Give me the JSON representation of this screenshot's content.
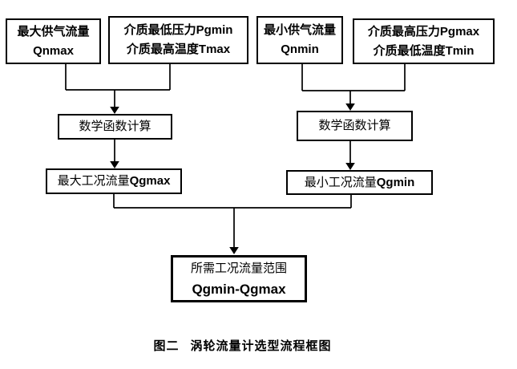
{
  "colors": {
    "line": "#000000",
    "arrow_fill": "#000000",
    "text": "#000000",
    "background": "#ffffff"
  },
  "flowchart": {
    "nodes": {
      "qnmax": {
        "line1": "最大供气流量",
        "line2": "Qnmax"
      },
      "pgmin_tmax": {
        "line1_zh": "介质最低压力",
        "line1_en": "Pgmin",
        "line2_zh": "介质最高温度",
        "line2_en": "Tmax"
      },
      "qnmin": {
        "line1": "最小供气流量",
        "line2": "Qnmin"
      },
      "pgmax_tmin": {
        "line1_zh": "介质最高压力",
        "line1_en": "Pgmax",
        "line2_zh": "介质最低温度",
        "line2_en": "Tmin"
      },
      "math_left": {
        "label": "数学函数计算"
      },
      "math_right": {
        "label": "数学函数计算"
      },
      "qgmax": {
        "label_zh": "最大工况流量",
        "label_en": "Qgmax"
      },
      "qgmin": {
        "label_zh": "最小工况流量",
        "label_en": "Qgmin"
      },
      "range": {
        "line1": "所需工况流量范围",
        "line2": "Qgmin-Qgmax"
      }
    }
  },
  "figure": {
    "caption_prefix": "图二",
    "caption_title": "涡轮流量计选型流程框图"
  }
}
